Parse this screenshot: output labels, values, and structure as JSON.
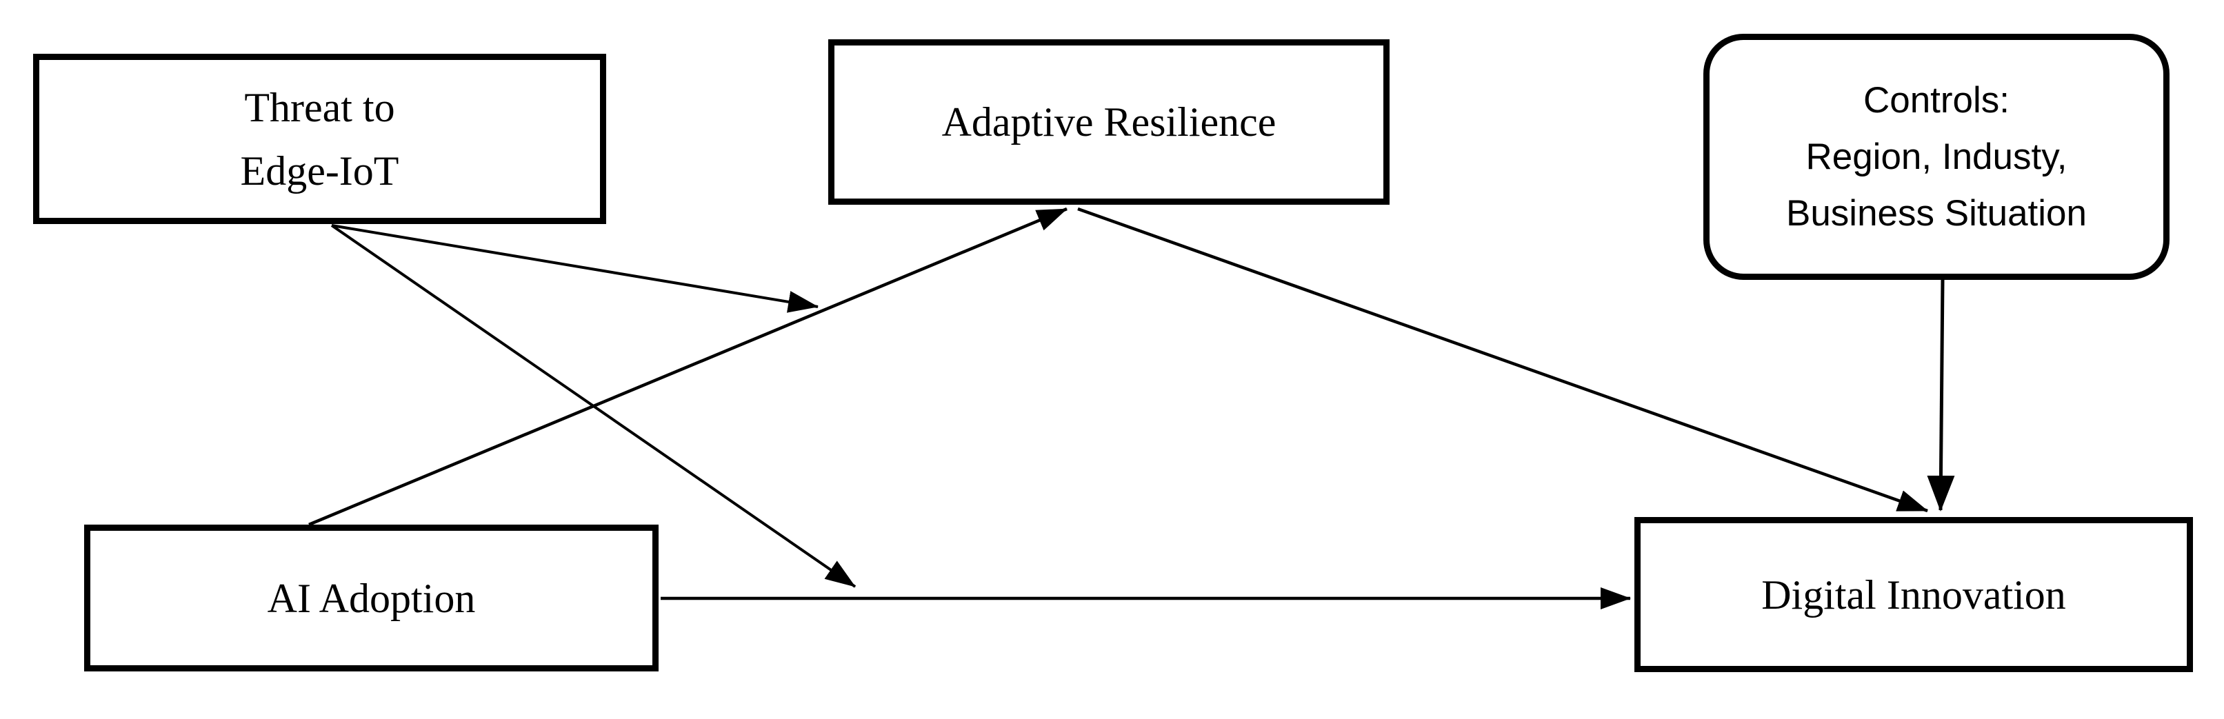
{
  "diagram": {
    "title": "Research model: moderated mediation of AI Adoption on Digital Innovation",
    "colors": {
      "background": "#ffffff",
      "stroke": "#000000",
      "text": "#000000"
    },
    "nodes": {
      "threat": {
        "id": "threat",
        "shape": "rectangle",
        "label": "Threat to\nEdge-IoT"
      },
      "resilience": {
        "id": "resilience",
        "shape": "rectangle",
        "label": "Adaptive Resilience"
      },
      "controls": {
        "id": "controls",
        "shape": "rounded-rectangle",
        "label": "Controls:\nRegion, Industy,\nBusiness Situation"
      },
      "ai": {
        "id": "ai",
        "shape": "rectangle",
        "label": "AI Adoption"
      },
      "digital": {
        "id": "digital",
        "shape": "rectangle",
        "label": "Digital Innovation"
      }
    },
    "edges": [
      {
        "from": "AI Adoption",
        "to": "Adaptive Resilience",
        "kind": "direct-path"
      },
      {
        "from": "Adaptive Resilience",
        "to": "Digital Innovation",
        "kind": "direct-path"
      },
      {
        "from": "AI Adoption",
        "to": "Digital Innovation",
        "kind": "direct-path"
      },
      {
        "from": "Threat to Edge-IoT",
        "to": "path AI Adoption to Adaptive Resilience",
        "kind": "moderation"
      },
      {
        "from": "Threat to Edge-IoT",
        "to": "path AI Adoption to Digital Innovation",
        "kind": "moderation"
      },
      {
        "from": "Controls",
        "to": "Digital Innovation",
        "kind": "control"
      }
    ]
  }
}
